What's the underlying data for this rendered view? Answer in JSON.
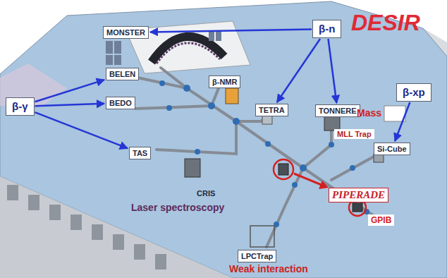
{
  "diagram": {
    "nodes": [
      {
        "text": [
          "β-n"
        ]
      },
      {
        "text": [
          "MONSTER"
        ]
      },
      {
        "text": [
          "β-NMR"
        ]
      },
      {
        "text": [
          "TETRA"
        ]
      },
      {
        "text": [
          "TONNERE"
        ]
      },
      {
        "text": [
          "β-xp"
        ]
      },
      {
        "text": [
          "Si-Cube"
        ]
      },
      {
        "text": [
          "β-γ"
        ]
      },
      {
        "text": [
          "BELEN"
        ]
      },
      {
        "text": [
          "BEDO"
        ]
      },
      {
        "text": [
          "TAS"
        ]
      },
      {
        "text": [
          "LPCTrap"
        ]
      }
    ],
    "edges": [
      {
        "from": 0,
        "to": 1,
        "arrow": "to"
      },
      {
        "from": 0,
        "to": 3,
        "arrow": "to"
      },
      {
        "from": 0,
        "to": 4,
        "arrow": "to"
      },
      {
        "from": 5,
        "to": 6,
        "arrow": "to"
      },
      {
        "from": 7,
        "to": 8,
        "arrow": "to"
      },
      {
        "from": 7,
        "to": 9,
        "arrow": "to"
      },
      {
        "from": 7,
        "to": 10,
        "arrow": "to"
      }
    ],
    "labels": [
      "DESIR",
      "Mass",
      "MLL Trap",
      "PIPERADE",
      "GPIB",
      "CRIS",
      "Laser spectroscopy",
      "Weak interaction"
    ]
  }
}
